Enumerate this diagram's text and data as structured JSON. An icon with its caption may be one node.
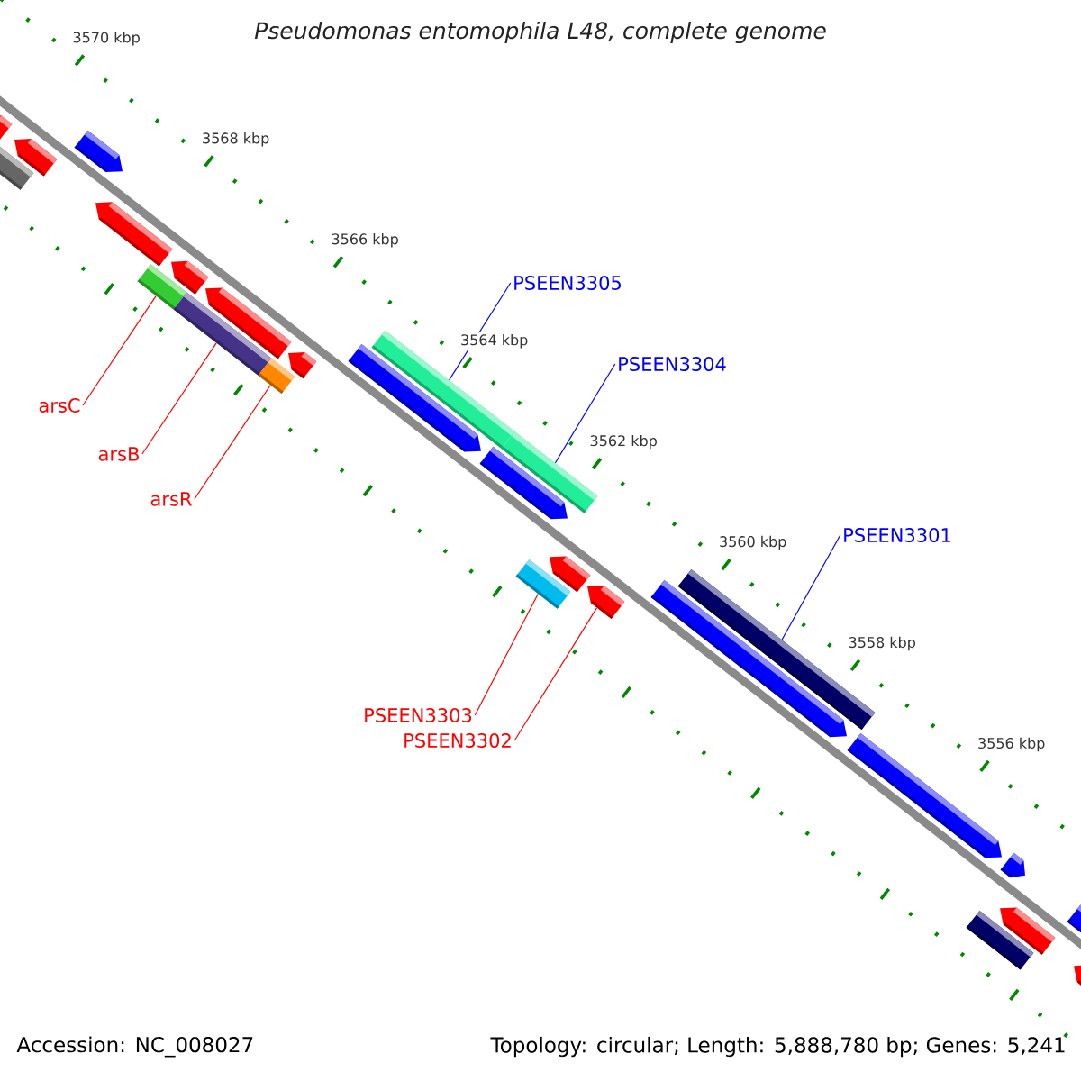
{
  "diagram": {
    "title": "Pseudomonas entomophila L48, complete genome",
    "nodes": [
      {
        "text": [
          "PSEEN3305"
        ]
      },
      {
        "text": [
          "PSEEN3304"
        ]
      },
      {
        "text": [
          "arsC"
        ]
      },
      {
        "text": [
          "arsB"
        ]
      },
      {
        "text": [
          "arsR"
        ]
      },
      {
        "text": [
          "PSEEN3301"
        ]
      },
      {
        "text": [
          "PSEEN3303"
        ]
      },
      {
        "text": [
          "PSEEN3302"
        ]
      },
      {
        "text": [],
        "shape": "pentagon"
      },
      {
        "text": [],
        "shape": "box"
      },
      {
        "text": [],
        "shape": "pentagon"
      },
      {
        "text": [],
        "shape": "pentagon"
      },
      {
        "text": [],
        "shape": "pentagon"
      },
      {
        "text": [],
        "shape": "box"
      },
      {
        "text": [],
        "shape": "pentagon"
      },
      {
        "text": [],
        "shape": "box"
      },
      {
        "text": [],
        "shape": "pentagon"
      },
      {
        "text": [],
        "shape": "box"
      },
      {
        "text": [],
        "shape": "pentagon"
      },
      {
        "text": [],
        "shape": "pentagon"
      },
      {
        "text": [],
        "shape": "box"
      },
      {
        "text": [],
        "shape": "pentagon"
      },
      {
        "text": [],
        "shape": "box"
      },
      {
        "text": [],
        "shape": "box"
      },
      {
        "text": [],
        "shape": "pentagon"
      },
      {
        "text": [],
        "shape": "pentagon"
      },
      {
        "text": [],
        "shape": "pentagon"
      },
      {
        "text": [],
        "shape": "box"
      },
      {
        "text": [],
        "shape": "pentagon"
      },
      {
        "text": [],
        "shape": "box"
      },
      {
        "text": [],
        "shape": "pentagon"
      },
      {
        "text": [],
        "shape": "pentagon"
      },
      {
        "text": [],
        "shape": "pentagon"
      },
      {
        "text": [],
        "shape": "pentagon"
      }
    ],
    "edges": [
      {
        "from": 0,
        "to": 20,
        "arrow": "none",
        "color": "#0000ff"
      },
      {
        "from": 1,
        "to": 22,
        "arrow": "none",
        "color": "#0000ff"
      },
      {
        "from": 2,
        "to": 13,
        "arrow": "none",
        "color": "#ff0000"
      },
      {
        "from": 3,
        "to": 15,
        "arrow": "none",
        "color": "#ff0000"
      },
      {
        "from": 4,
        "to": 17,
        "arrow": "none",
        "color": "#ff0000"
      },
      {
        "from": 5,
        "to": 27,
        "arrow": "none",
        "color": "#0000ff"
      },
      {
        "from": 6,
        "to": 23,
        "arrow": "none",
        "color": "#ff0000"
      },
      {
        "from": 7,
        "to": 25,
        "arrow": "none",
        "color": "#ff0000"
      }
    ],
    "labels": [
      "3570 kbp",
      "3568 kbp",
      "3566 kbp",
      "3564 kbp",
      "3562 kbp",
      "3560 kbp",
      "3558 kbp",
      "3556 kbp",
      "Accession: NC_008027",
      "Topology: circular; Length: 5,888,780 bp; Genes: 5,241"
    ]
  }
}
